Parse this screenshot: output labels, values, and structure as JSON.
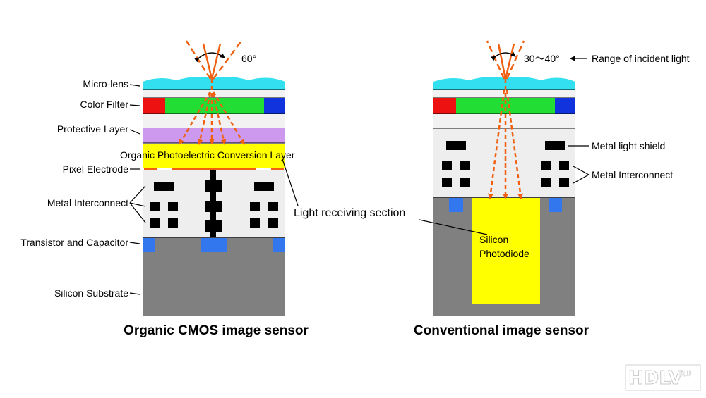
{
  "organic": {
    "title": "Organic CMOS image sensor",
    "angle": "60°",
    "labels": {
      "micro_lens": "Micro-lens",
      "color_filter": "Color Filter",
      "protective_layer": "Protective Layer",
      "conversion_layer": "Organic Photoelectric Conversion Layer",
      "pixel_electrode": "Pixel Electrode",
      "metal_interconnect": "Metal Interconnect",
      "transistor_capacitor": "Transistor and Capacitor",
      "silicon_substrate": "Silicon Substrate"
    }
  },
  "light_receiving": "Light receiving section",
  "conventional": {
    "title": "Conventional image sensor",
    "angle": "30～40°",
    "range_label": "Range of incident light",
    "labels": {
      "metal_light_shield": "Metal light shield",
      "metal_interconnect": "Metal Interconnect",
      "photodiode_line1": "Silicon",
      "photodiode_line2": "Photodiode"
    }
  },
  "watermark": {
    "logo": "HDLV",
    "suffix": "RU"
  },
  "colors": {
    "micro_lens": "#33e0f0",
    "red": "#ee1111",
    "green": "#22dd33",
    "blue": "#1133dd",
    "protective": "#cc99ee",
    "yellow": "#ffff00",
    "arrow": "#f06010",
    "substrate": "#808080",
    "interconnect_bg": "#eeeeee",
    "transistor": "#3377ee"
  }
}
